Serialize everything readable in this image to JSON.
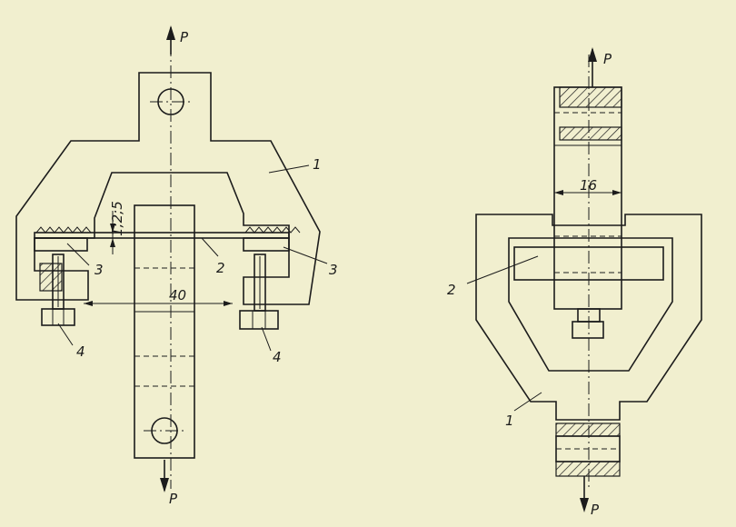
{
  "figure": {
    "left_view": {
      "force_top": "P",
      "force_bottom": "P",
      "label_grip": "1",
      "label_specimen": "2",
      "label_jaw_left": "3",
      "label_jaw_right": "3",
      "label_screw_left": "4",
      "label_screw_right": "4",
      "dim_gap": "1;2;5",
      "dim_span": "40"
    },
    "right_view": {
      "force_top": "P",
      "force_bottom": "P",
      "label_frame": "1",
      "label_specimen": "2",
      "dim_width": "16"
    }
  }
}
